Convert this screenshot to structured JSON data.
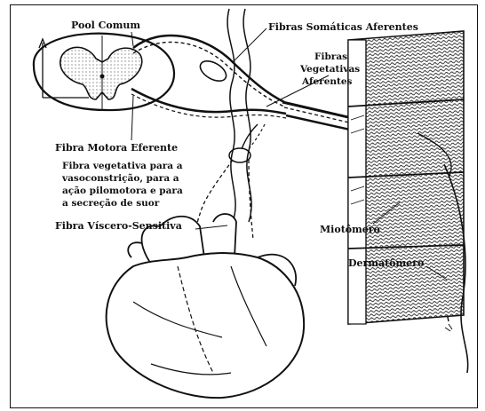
{
  "labels": {
    "pool_comum": "Pool Comum",
    "fibras_somaticas": "Fibras Somáticas Aferentes",
    "fibras_vegetativas_1": "Fibras",
    "fibras_vegetativas_2": "Vegetativas",
    "fibras_vegetativas_3": "Aferentes",
    "fibra_motora": "Fibra Motora Eferente",
    "fibra_vegetativa_1": "Fibra vegetativa para a",
    "fibra_vegetativa_2": "vasoconstrição, para a",
    "fibra_vegetativa_3": "ação pilomotora e para",
    "fibra_vegetativa_4": "a secreção de suor",
    "fibra_viscero": "Fibra Víscero-Sensitiva",
    "miotomero": "Miotômero",
    "dermatomero": "Dermatômero"
  },
  "colors": {
    "ink": "#111111",
    "paper": "#ffffff",
    "shade": "#9a9a9a"
  }
}
